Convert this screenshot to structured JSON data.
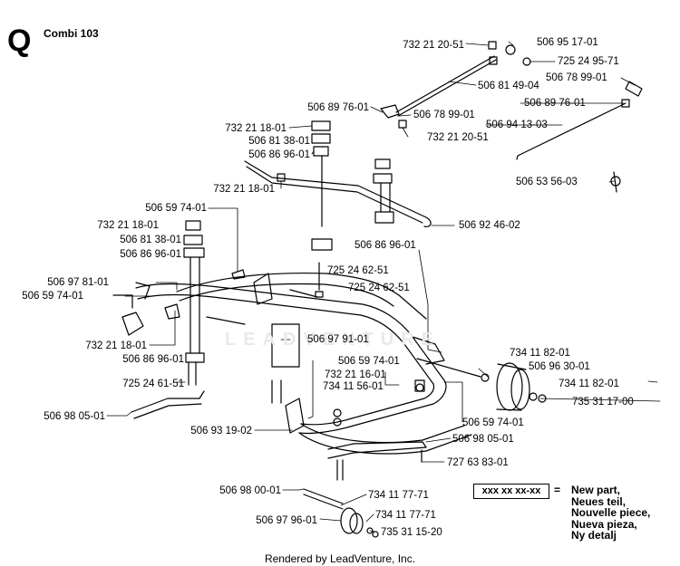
{
  "header": {
    "section": "Q",
    "model": "Combi 103"
  },
  "watermark": "LEADVENTURE",
  "legend": {
    "code": "xxx xx xx-xx",
    "equals": "=",
    "meanings": [
      "New part,",
      "Neues teil,",
      "Nouvelle piece,",
      "Nueva pieza,",
      "Ny detalj"
    ]
  },
  "footer": "Rendered by LeadVenture, Inc.",
  "labels": [
    "732 21 20-51",
    "506 95 17-01",
    "725 24 95-71",
    "506 78 99-01",
    "506 81 49-04",
    "506 89 76-01",
    "506 78 99-01",
    "506 89 76-01",
    "506 94 13-03",
    "732 21 20-51",
    "732 21 18-01",
    "506 81 38-01",
    "506 86 96-01",
    "506 53 56-03",
    "732 21 18-01",
    "506 59 74-01",
    "732 21 18-01",
    "506 92 46-02",
    "506 81 38-01",
    "506 86 96-01",
    "506 86 96-01",
    "725 24 62-51",
    "506 97 81-01",
    "725 24 62-51",
    "506 59 74-01",
    "506 97 91-01",
    "732 21 18-01",
    "734 11 82-01",
    "506 86 96-01",
    "506 59 74-01",
    "506 96 30-01",
    "732 21 16-01",
    "725 24 61-51",
    "734 11 56-01",
    "734 11 82-01",
    "735 31 17-00",
    "506 98 05-01",
    "506 59 74-01",
    "506 93 19-02",
    "506 98 05-01",
    "727 63 83-01",
    "506 98 00-01",
    "734 11 77-71",
    "734 11 77-71",
    "506 97 96-01",
    "735 31 15-20"
  ]
}
